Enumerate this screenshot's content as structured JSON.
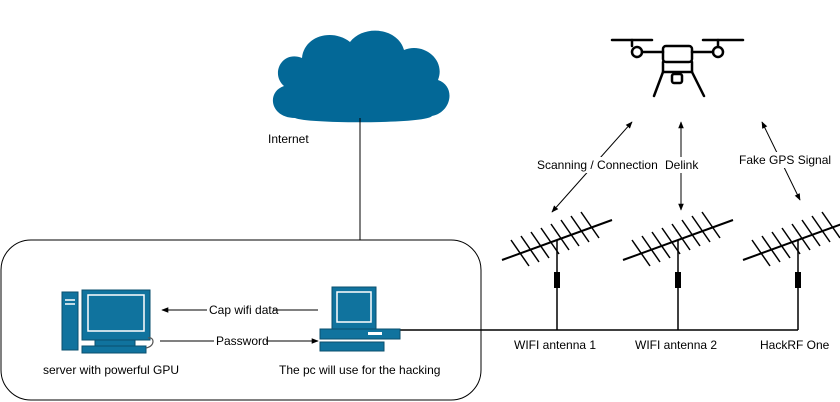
{
  "labels": {
    "internet": "Internet",
    "scanning_connection": "Scanning / Connection",
    "delink": "Delink",
    "fake_gps_signal": "Fake GPS Signal",
    "cap_wifi_data": "Cap wifi data",
    "password": "Password",
    "server": "server with powerful GPU",
    "hacking_pc": "The pc will use for the hacking",
    "wifi_antenna_1": "WIFI antenna 1",
    "wifi_antenna_2": "WIFI antenna 2",
    "hackrf_one": "HackRF One"
  },
  "colors": {
    "cloud": "#036897",
    "computer_fill": "#10739e",
    "line": "#000000"
  },
  "icons": [
    "cloud-icon",
    "drone-icon",
    "antenna-icon",
    "server-computer-icon",
    "desktop-computer-icon"
  ]
}
